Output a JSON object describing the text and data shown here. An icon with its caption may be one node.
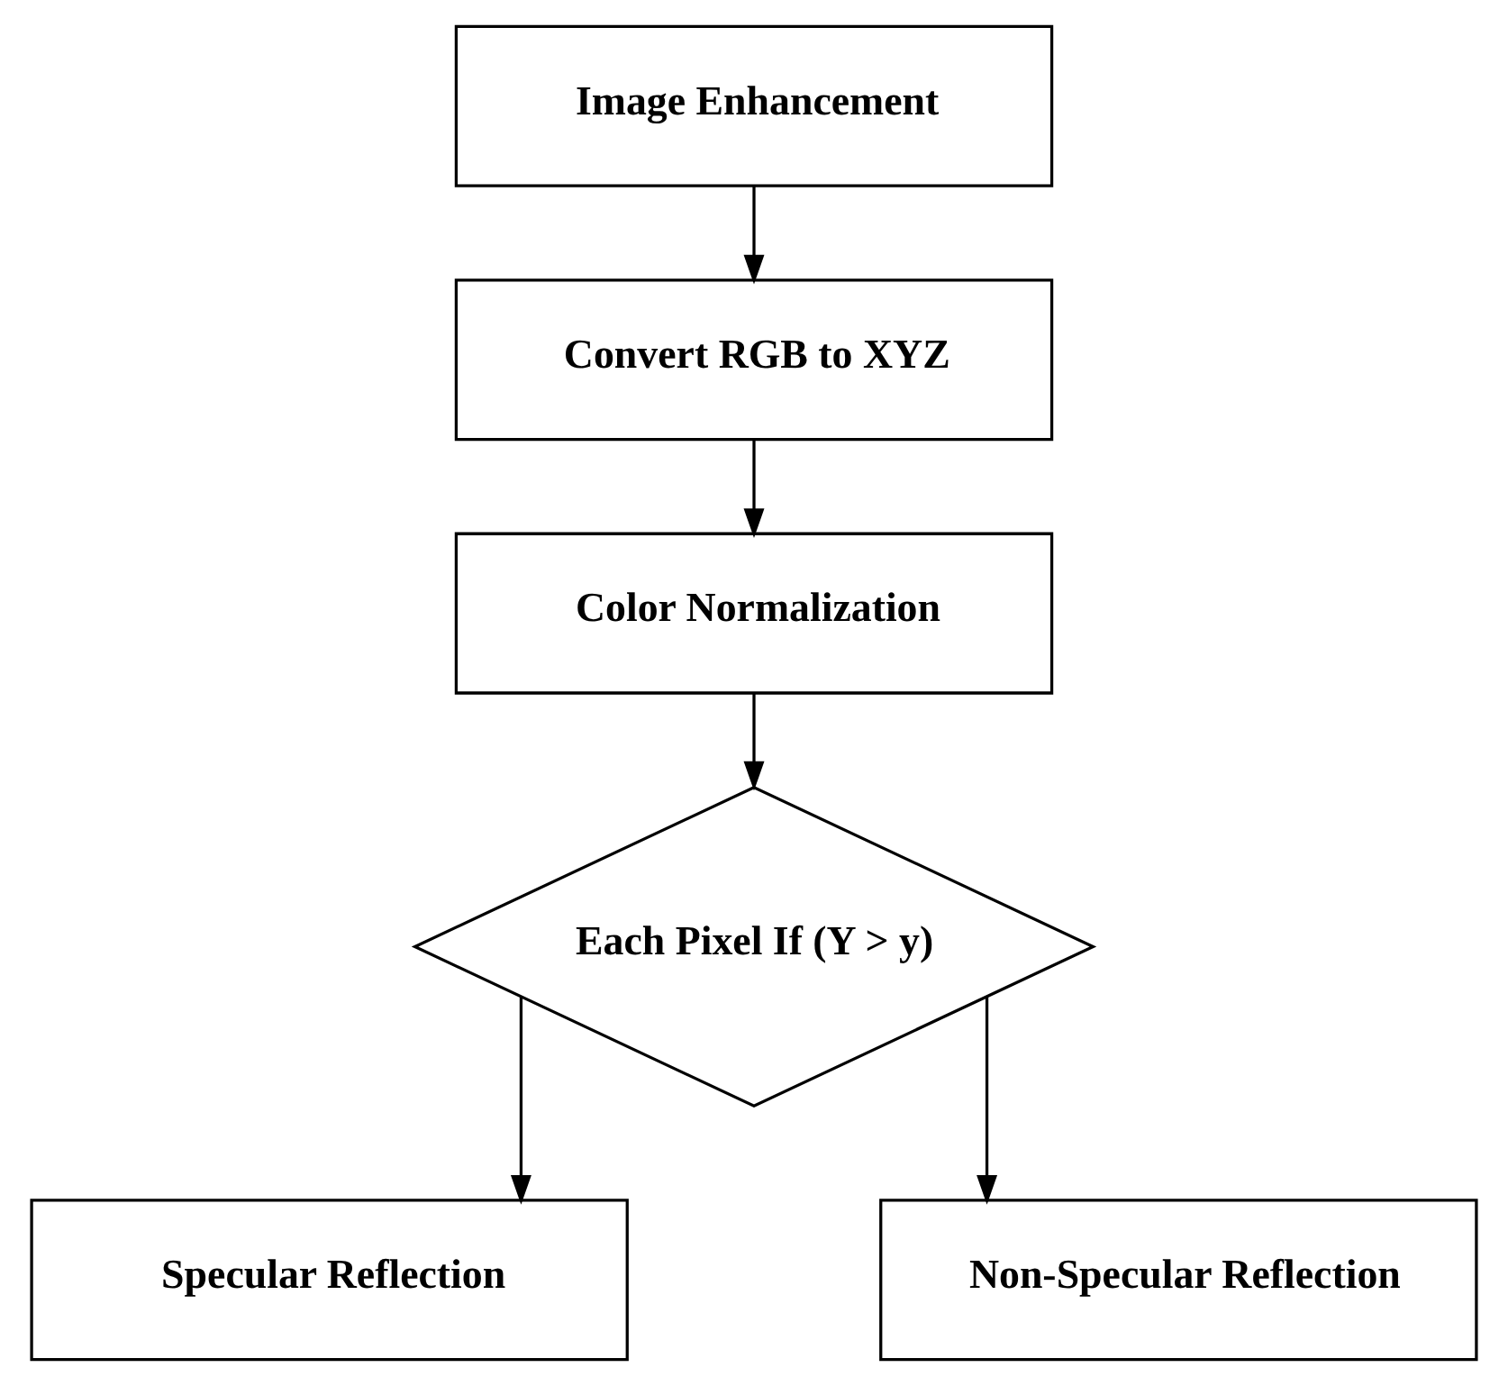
{
  "diagram": {
    "nodes": [
      {
        "text": [
          "Image Enhancement"
        ]
      },
      {
        "text": [
          "Convert RGB to XYZ"
        ]
      },
      {
        "text": [
          "Color Normalization"
        ]
      },
      {
        "text": [
          "Each Pixel If (Y > y)"
        ]
      },
      {
        "text": [
          "Specular Reflection"
        ]
      },
      {
        "text": [
          "Non-Specular Reflection"
        ]
      }
    ],
    "edges": [
      {
        "from": 0,
        "to": 1,
        "arrow": "to"
      },
      {
        "from": 1,
        "to": 2,
        "arrow": "to"
      },
      {
        "from": 2,
        "to": 3,
        "arrow": "to"
      },
      {
        "from": 3,
        "to": 4,
        "arrow": "to"
      },
      {
        "from": 3,
        "to": 5,
        "arrow": "to"
      }
    ]
  }
}
